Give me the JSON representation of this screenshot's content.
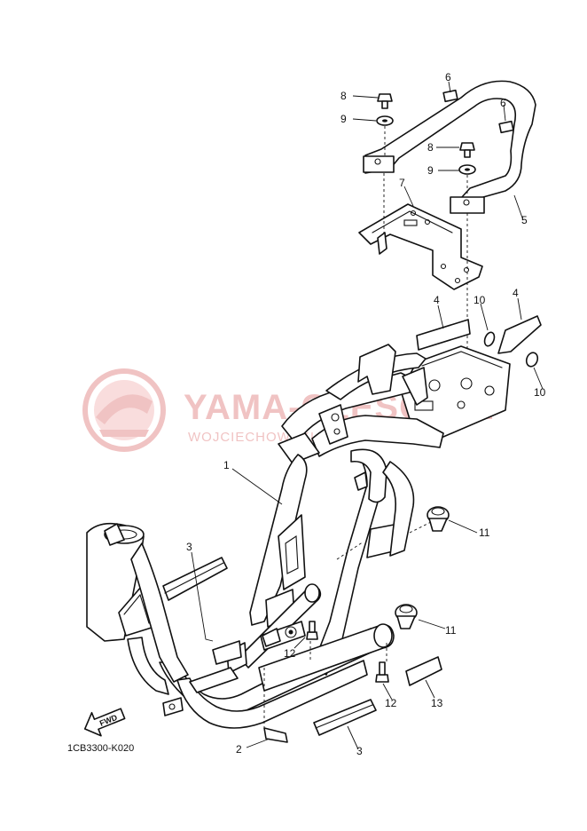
{
  "watermark": {
    "title": "YAMA-CZESCI.PL",
    "subtitle": "WOJCIECHOWSKI CZĘŚCI YAMAHA",
    "color": "#e07b7b"
  },
  "callouts": {
    "c1": "1",
    "c2": "2",
    "c3a": "3",
    "c3b": "3",
    "c4a": "4",
    "c4b": "4",
    "c5": "5",
    "c6a": "6",
    "c6b": "6",
    "c7": "7",
    "c8a": "8",
    "c8b": "8",
    "c9a": "9",
    "c9b": "9",
    "c10a": "10",
    "c10b": "10",
    "c11a": "11",
    "c11b": "11",
    "c12a": "12",
    "c12b": "12",
    "c13": "13"
  },
  "fwd_label": "FWD",
  "diagram_code": "1CB3300-K020"
}
